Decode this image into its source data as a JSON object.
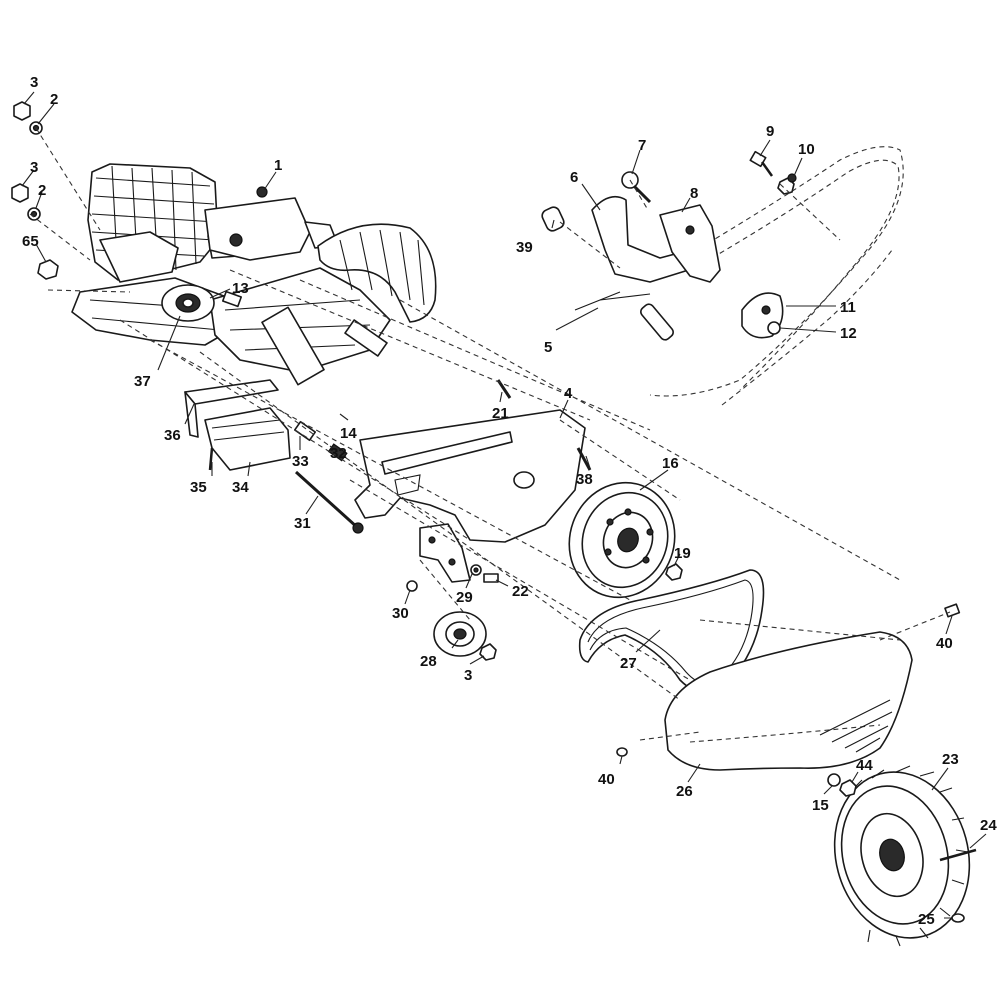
{
  "callouts": [
    {
      "id": "c3a",
      "label": "3"
    },
    {
      "id": "c2a",
      "label": "2"
    },
    {
      "id": "c3b",
      "label": "3"
    },
    {
      "id": "c2b",
      "label": "2"
    },
    {
      "id": "c65",
      "label": "65"
    },
    {
      "id": "c1",
      "label": "1"
    },
    {
      "id": "c13",
      "label": "13"
    },
    {
      "id": "c37",
      "label": "37"
    },
    {
      "id": "c36",
      "label": "36"
    },
    {
      "id": "c14",
      "label": "14"
    },
    {
      "id": "c35",
      "label": "35"
    },
    {
      "id": "c34",
      "label": "34"
    },
    {
      "id": "c33",
      "label": "33"
    },
    {
      "id": "c32",
      "label": "32"
    },
    {
      "id": "c31",
      "label": "31"
    },
    {
      "id": "c21",
      "label": "21"
    },
    {
      "id": "c4",
      "label": "4"
    },
    {
      "id": "c38",
      "label": "38"
    },
    {
      "id": "c16",
      "label": "16"
    },
    {
      "id": "c19",
      "label": "19"
    },
    {
      "id": "c22",
      "label": "22"
    },
    {
      "id": "c29",
      "label": "29"
    },
    {
      "id": "c30",
      "label": "30"
    },
    {
      "id": "c28",
      "label": "28"
    },
    {
      "id": "c3c",
      "label": "3"
    },
    {
      "id": "c27",
      "label": "27"
    },
    {
      "id": "c40a",
      "label": "40"
    },
    {
      "id": "c40b",
      "label": "40"
    },
    {
      "id": "c26",
      "label": "26"
    },
    {
      "id": "c7",
      "label": "7"
    },
    {
      "id": "c6",
      "label": "6"
    },
    {
      "id": "c8",
      "label": "8"
    },
    {
      "id": "c39",
      "label": "39"
    },
    {
      "id": "c5",
      "label": "5"
    },
    {
      "id": "c9",
      "label": "9"
    },
    {
      "id": "c10",
      "label": "10"
    },
    {
      "id": "c11",
      "label": "11"
    },
    {
      "id": "c12",
      "label": "12"
    },
    {
      "id": "c23",
      "label": "23"
    },
    {
      "id": "c44",
      "label": "44"
    },
    {
      "id": "c15",
      "label": "15"
    },
    {
      "id": "c24",
      "label": "24"
    },
    {
      "id": "c25",
      "label": "25"
    }
  ]
}
